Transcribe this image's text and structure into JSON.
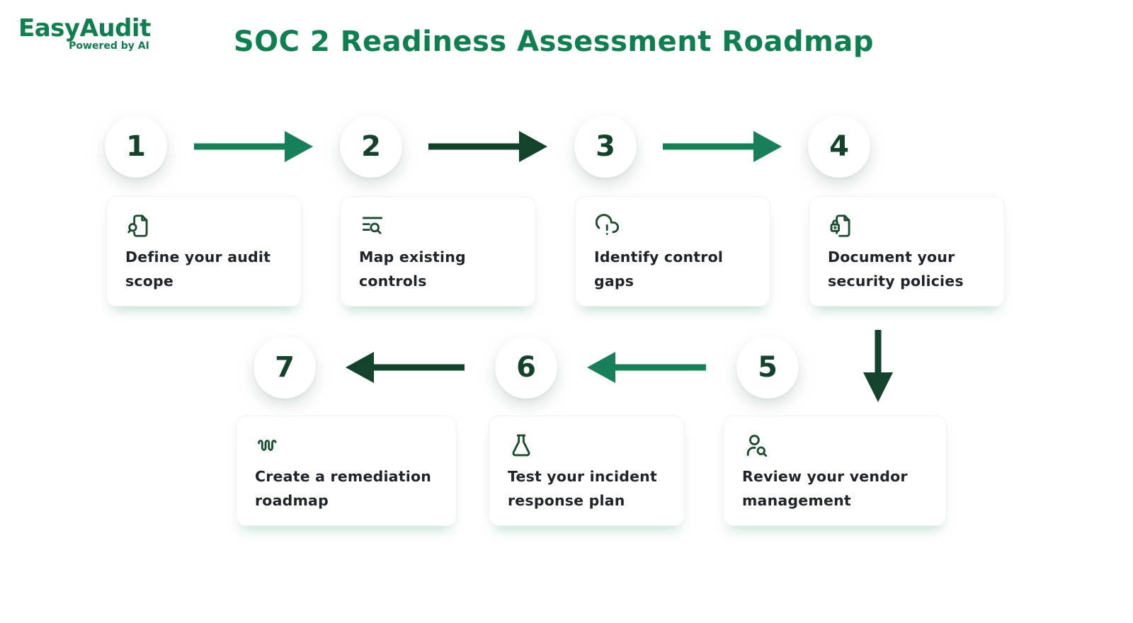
{
  "brand": {
    "name": "EasyAudit",
    "tagline": "Powered by AI"
  },
  "title": "SOC 2 Readiness Assessment Roadmap",
  "colors": {
    "brand_green": "#0E7F4F",
    "title_green": "#0E7F4F",
    "step_number_green": "#14432B",
    "arrow_dark_green": "#14432B",
    "arrow_medium_green": "#168158",
    "icon_green": "#1B4D2E",
    "card_text": "#1F242B",
    "background": "#FFFFFF"
  },
  "steps": [
    {
      "number": "1",
      "label": "Define your audit scope",
      "icon": "file-search-icon"
    },
    {
      "number": "2",
      "label": "Map existing controls",
      "icon": "list-search-icon"
    },
    {
      "number": "3",
      "label": "Identify control gaps",
      "icon": "cloud-alert-icon"
    },
    {
      "number": "4",
      "label": "Document your security policies",
      "icon": "file-lock-icon"
    },
    {
      "number": "5",
      "label": "Review your vendor management",
      "icon": "user-search-icon"
    },
    {
      "number": "6",
      "label": "Test your incident response plan",
      "icon": "flask-icon"
    },
    {
      "number": "7",
      "label": "Create a remediation roadmap",
      "icon": "waveform-icon"
    }
  ],
  "arrows": [
    {
      "from": "1",
      "to": "2",
      "direction": "right",
      "color": "#168158"
    },
    {
      "from": "2",
      "to": "3",
      "direction": "right",
      "color": "#14432B"
    },
    {
      "from": "3",
      "to": "4",
      "direction": "right",
      "color": "#168158"
    },
    {
      "from": "4",
      "to": "5",
      "direction": "down",
      "color": "#14432B"
    },
    {
      "from": "5",
      "to": "6",
      "direction": "left",
      "color": "#168158"
    },
    {
      "from": "6",
      "to": "7",
      "direction": "left",
      "color": "#14432B"
    }
  ]
}
